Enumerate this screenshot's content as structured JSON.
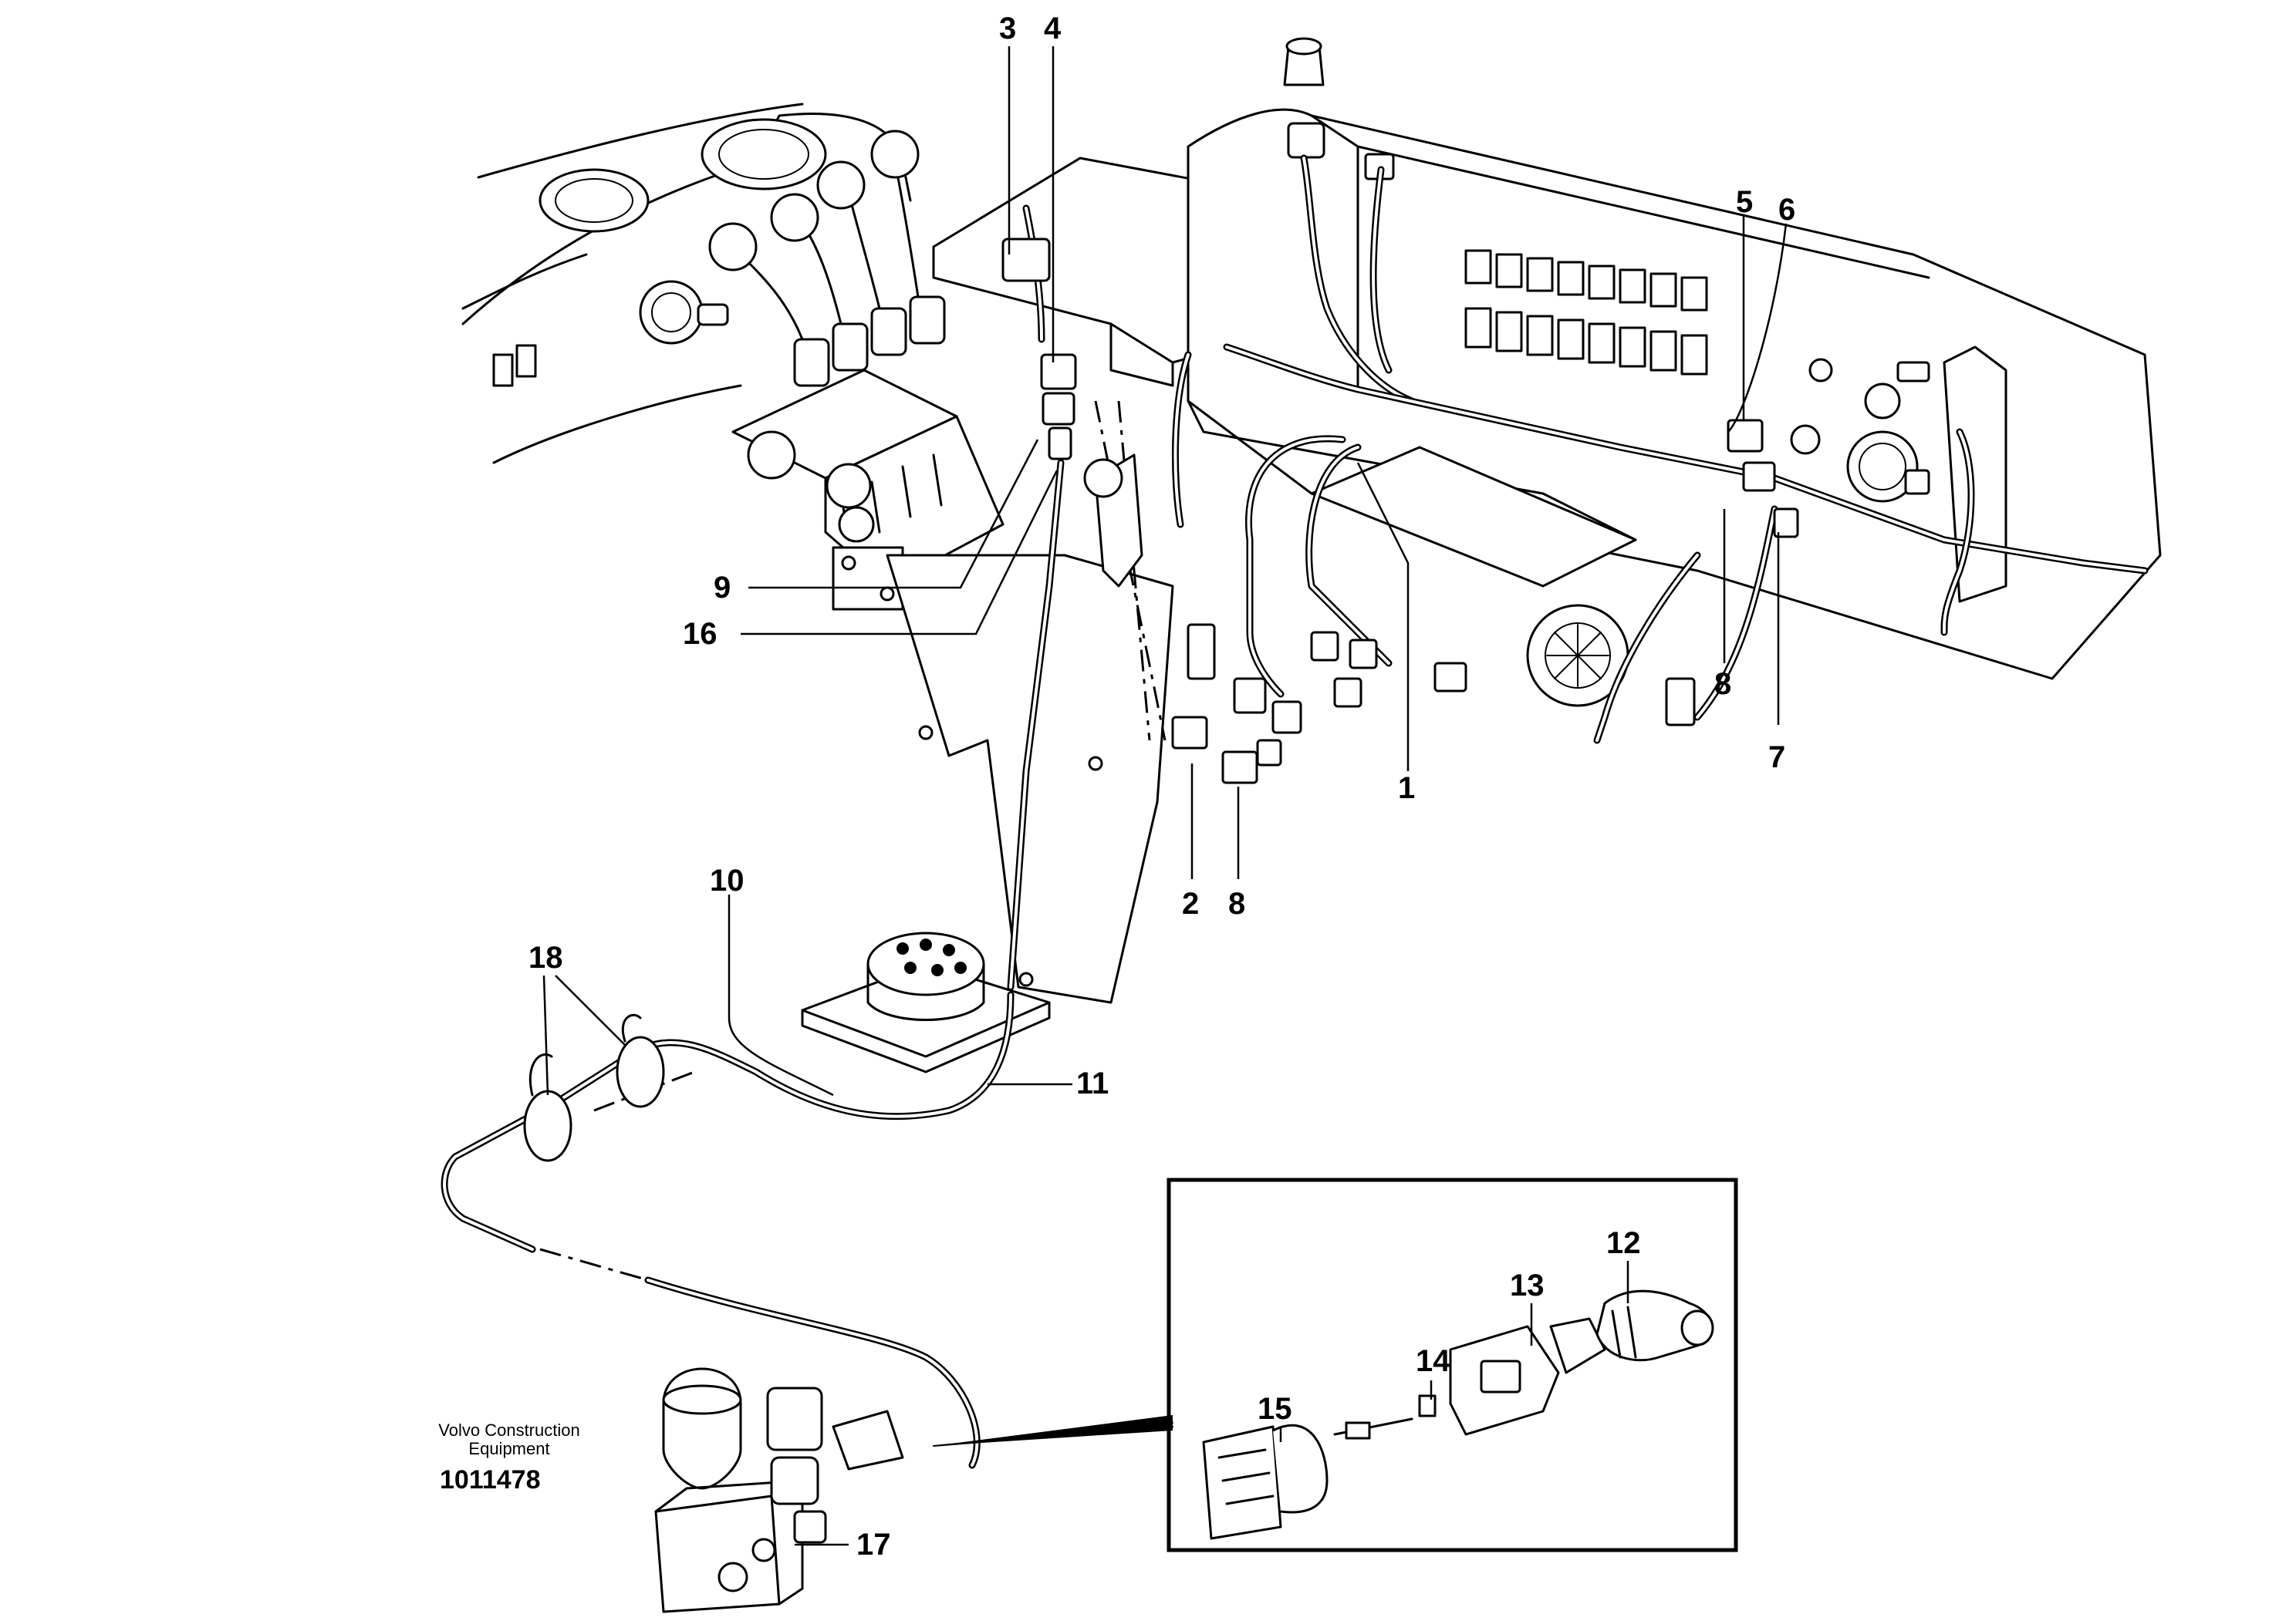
{
  "publisher": {
    "line1": "Volvo Construction",
    "line2": "Equipment"
  },
  "document_number": "1011478",
  "callouts": {
    "c1": "1",
    "c2": "2",
    "c3": "3",
    "c4": "4",
    "c5": "5",
    "c6": "6",
    "c7a": "7",
    "c8a": "8",
    "c8b": "8",
    "c9": "9",
    "c10": "10",
    "c11": "11",
    "c12": "12",
    "c13": "13",
    "c14": "14",
    "c15": "15",
    "c16": "16",
    "c17": "17",
    "c18": "18"
  }
}
